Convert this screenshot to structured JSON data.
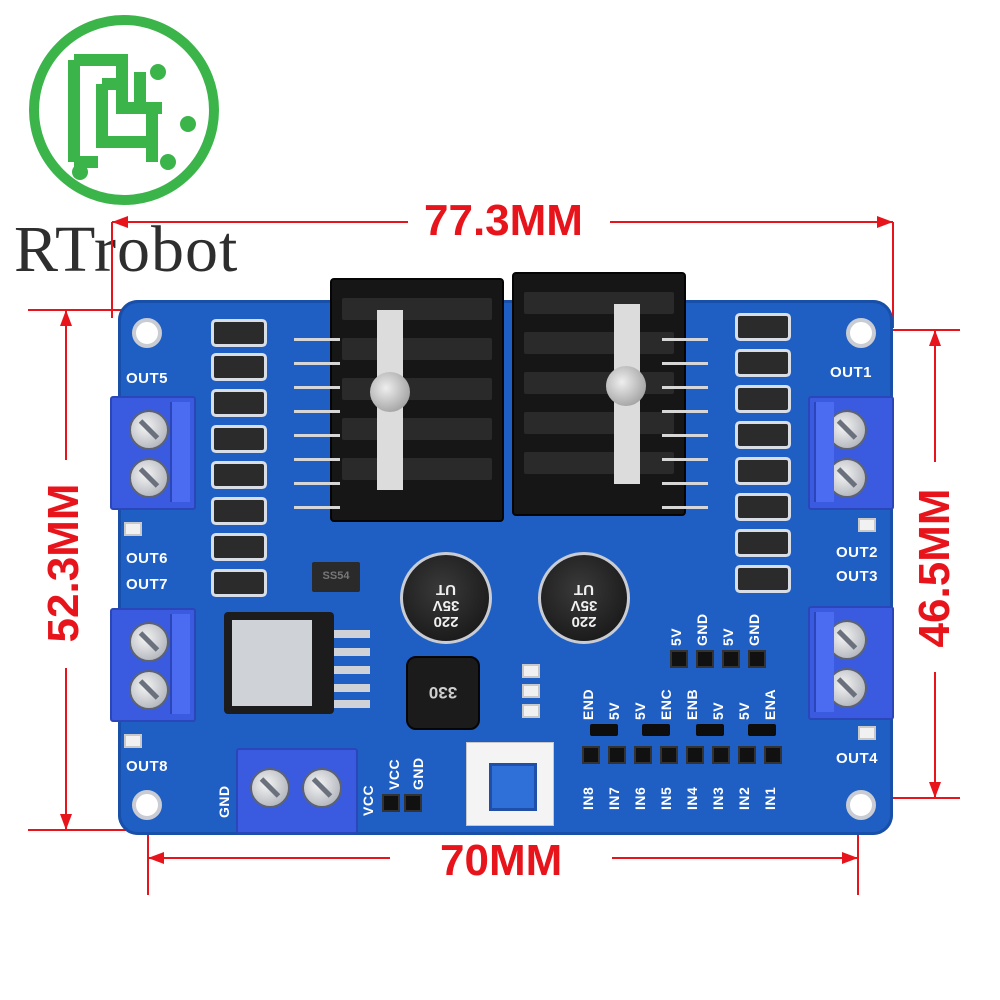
{
  "brand": {
    "name": "RTrobot",
    "logo_letters": "RH",
    "logo_color": "#3bb44a"
  },
  "dimensions": {
    "top": "77.3MM",
    "bottom": "70MM",
    "left": "52.3MM",
    "right": "46.5MM",
    "color": "#e8141b"
  },
  "board": {
    "color": "#1f5fc4",
    "outputs": {
      "out1": "OUT1",
      "out2": "OUT2",
      "out3": "OUT3",
      "out4": "OUT4",
      "out5": "OUT5",
      "out6": "OUT6",
      "out7": "OUT7",
      "out8": "OUT8"
    },
    "power_terminal_label": "GND",
    "power_pins": [
      "VCC",
      "VCC",
      "GND"
    ],
    "top_header_pins": [
      "5V",
      "GND",
      "5V",
      "GND"
    ],
    "jumper_top_labels": [
      "END",
      "5V",
      "5V",
      "ENC",
      "ENB",
      "5V",
      "5V",
      "ENA"
    ],
    "input_labels": [
      "IN8",
      "IN7",
      "IN6",
      "IN5",
      "IN4",
      "IN3",
      "IN2",
      "IN1"
    ],
    "capacitor_text": "220\n35V\nUT",
    "inductor_text": "330",
    "smd_marking": "SS54"
  }
}
